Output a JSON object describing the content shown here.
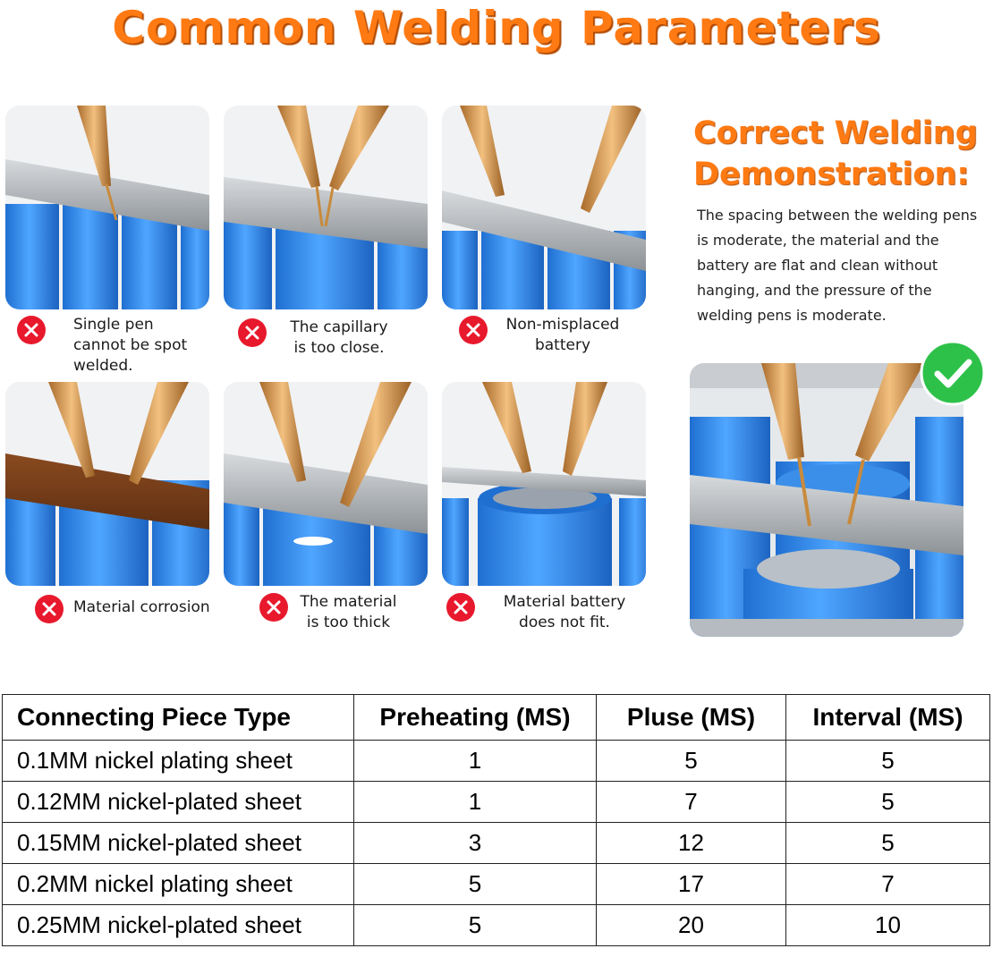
{
  "title": "Common Welding Parameters",
  "panels": [
    {
      "caption_lines": [
        "Single pen",
        "cannot be spot",
        "welded."
      ]
    },
    {
      "caption_lines": [
        "The capillary",
        "is too close."
      ]
    },
    {
      "caption_lines": [
        "Non-misplaced",
        "battery"
      ]
    },
    {
      "caption_lines": [
        "Material corrosion"
      ]
    },
    {
      "caption_lines": [
        "The material",
        "is too thick"
      ]
    },
    {
      "caption_lines": [
        "Material battery",
        "does not fit."
      ]
    }
  ],
  "demo": {
    "title_line1": "Correct Welding",
    "title_line2": "Demonstration:",
    "description": "The spacing between the welding pens is moderate, the material and the battery are flat and clean without hanging, and the pressure of the welding pens is moderate."
  },
  "icons": {
    "wrong": "x-circle-icon",
    "correct": "check-circle-icon"
  },
  "colors": {
    "accent": "#ff7a12",
    "wrong": "#e8192c",
    "correct": "#2ec14a",
    "battery": "#2f86e0"
  },
  "table": {
    "headers": [
      "Connecting Piece Type",
      "Preheating (MS)",
      "Pluse (MS)",
      "Interval (MS)"
    ],
    "rows": [
      [
        "0.1MM nickel plating sheet",
        "1",
        "5",
        "5"
      ],
      [
        "0.12MM nickel-plated sheet",
        "1",
        "7",
        "5"
      ],
      [
        "0.15MM nickel-plated sheet",
        "3",
        "12",
        "5"
      ],
      [
        "0.2MM nickel plating sheet",
        "5",
        "17",
        "7"
      ],
      [
        "0.25MM nickel-plated sheet",
        "5",
        "20",
        "10"
      ]
    ]
  }
}
